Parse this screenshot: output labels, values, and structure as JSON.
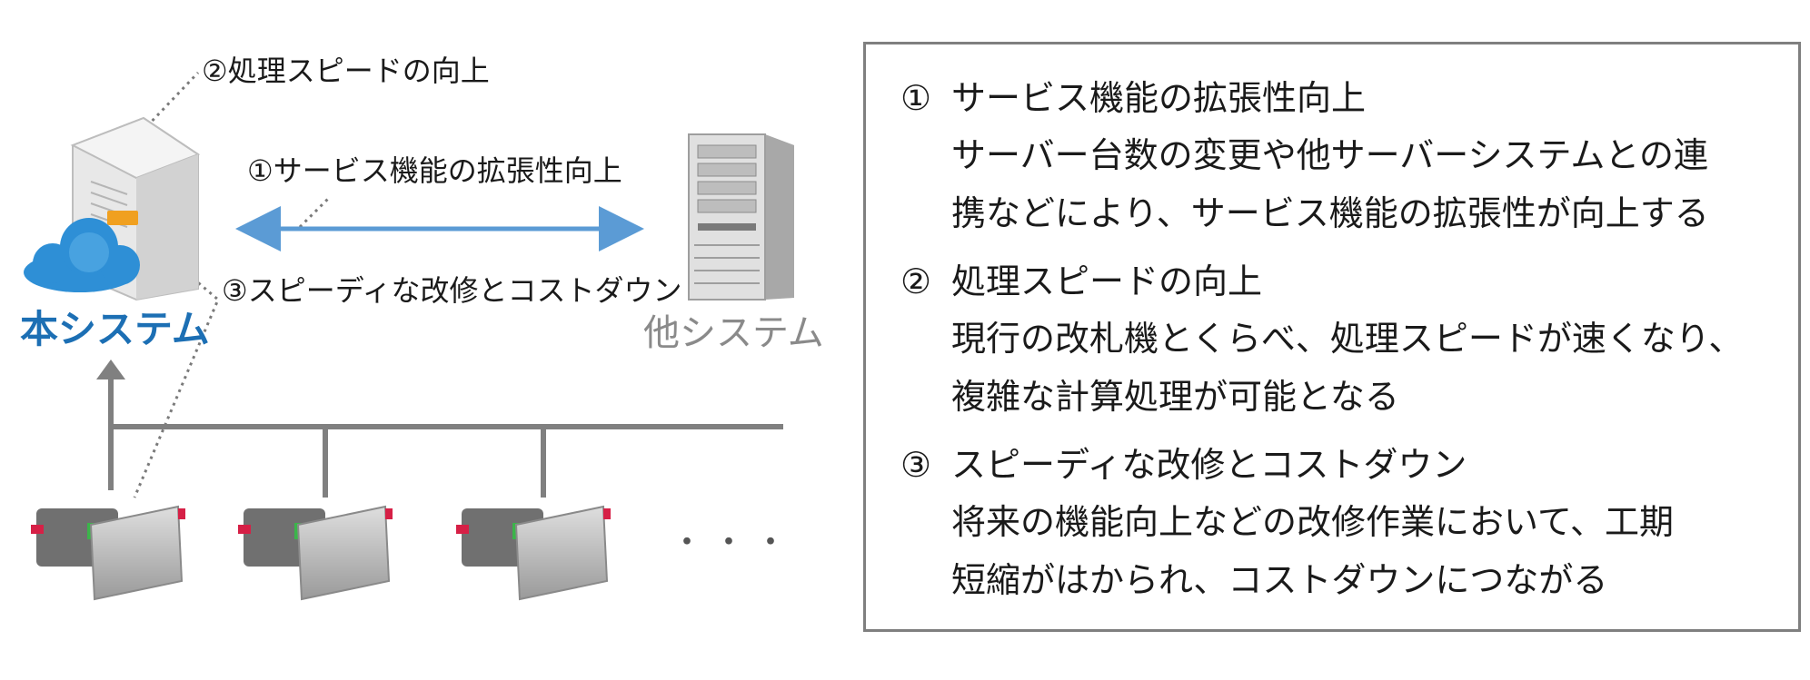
{
  "diagram": {
    "main_system_label": "本システム",
    "other_system_label": "他システム",
    "arrow_label_1": "①サービス機能の拡張性向上",
    "pointer_label_2": "②処理スピードの向上",
    "pointer_label_3": "③スピーディな改修とコストダウン",
    "ellipsis": "・・・",
    "colors": {
      "main_label": "#1c6fb4",
      "arrow": "#5b9bd5",
      "network_line": "#808080",
      "cloud": "#2e8fd6"
    },
    "icons": [
      "server-icon",
      "cloud-icon",
      "rack-server-icon",
      "ticket-gate-icon"
    ]
  },
  "effects": [
    {
      "number": "①",
      "title": "サービス機能の拡張性向上",
      "lines": [
        "サーバー台数の変更や他サーバーシステムとの連",
        "携などにより、サービス機能の拡張性が向上する"
      ]
    },
    {
      "number": "②",
      "title": "処理スピードの向上",
      "lines": [
        "現行の改札機とくらべ、処理スピードが速くなり、",
        "複雑な計算処理が可能となる"
      ]
    },
    {
      "number": "③",
      "title": "スピーディな改修とコストダウン",
      "lines": [
        "将来の機能向上などの改修作業において、工期",
        "短縮がはかられ、コストダウンにつながる"
      ]
    }
  ]
}
